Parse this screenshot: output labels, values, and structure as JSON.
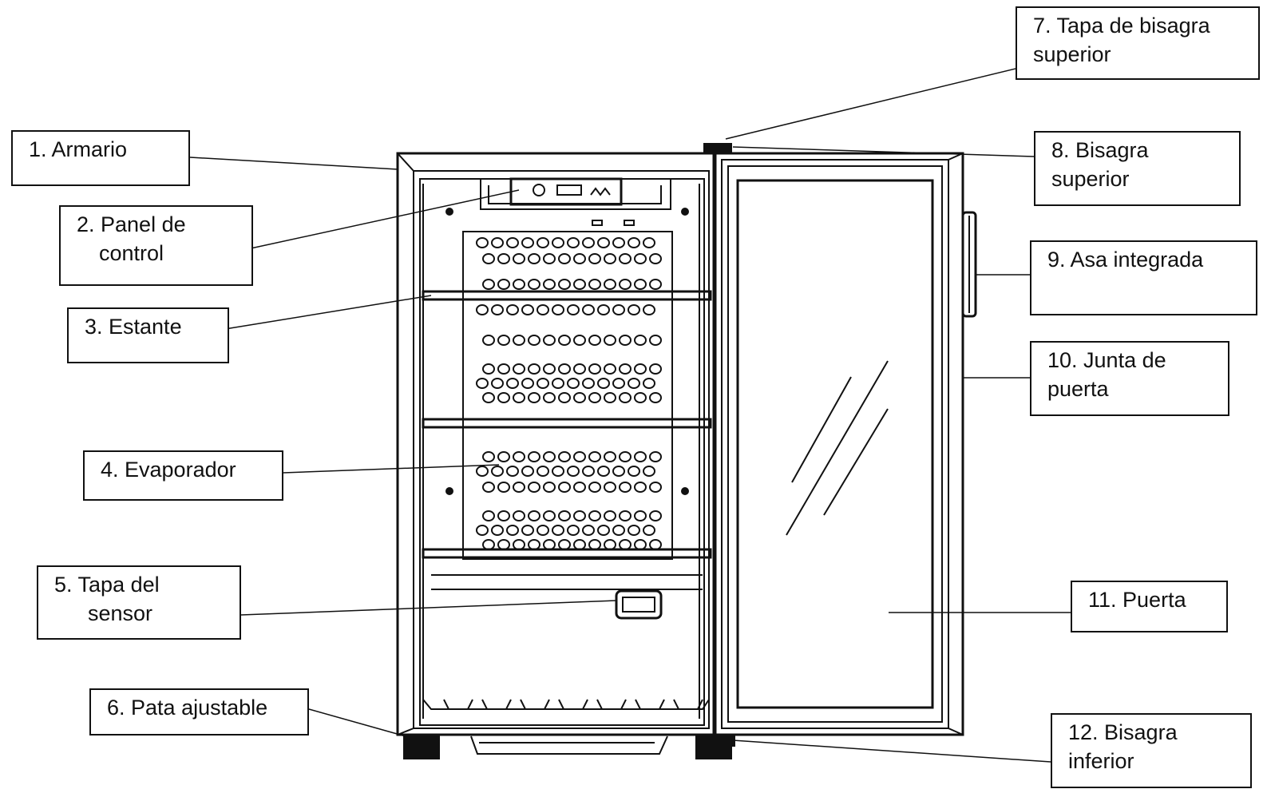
{
  "labels": [
    {
      "line1": "1. Armario",
      "line2": ""
    },
    {
      "line1": "2. Panel de",
      "line2": "control"
    },
    {
      "line1": "3. Estante",
      "line2": ""
    },
    {
      "line1": "4. Evaporador",
      "line2": ""
    },
    {
      "line1": "5. Tapa del",
      "line2": "sensor"
    },
    {
      "line1": "6. Pata ajustable",
      "line2": ""
    },
    {
      "line1": "7. Tapa de bisagra",
      "line2": "superior"
    },
    {
      "line1": "8. Bisagra",
      "line2": "superior"
    },
    {
      "line1": "9. Asa integrada",
      "line2": ""
    },
    {
      "line1": "10. Junta de",
      "line2": "puerta"
    },
    {
      "line1": "11. Puerta",
      "line2": ""
    },
    {
      "line1": "12. Bisagra",
      "line2": "inferior"
    }
  ]
}
